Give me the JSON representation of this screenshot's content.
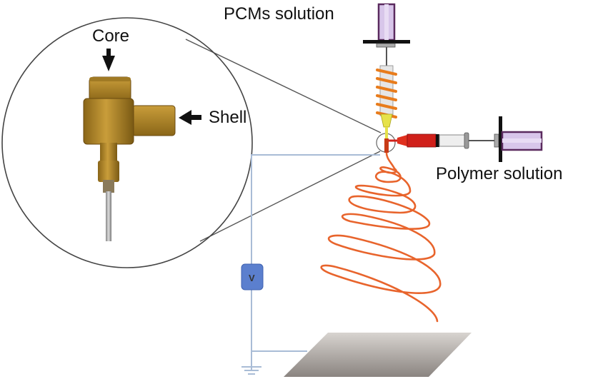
{
  "labels": {
    "core": "Core",
    "shell": "Shell",
    "pcm_solution": "PCMs solution",
    "polymer_solution": "Polymer solution",
    "voltage": "V"
  },
  "colors": {
    "brass": "#b58a2a",
    "brass_dark": "#7a5a14",
    "jet": "#e8642c",
    "wire": "#a9bcd6",
    "voltage_box": "#5b7fce",
    "syringe_purple": "#d8c6ea",
    "syringe_purple_dark": "#5a2a5e",
    "red_syringe": "#d0201a",
    "yellow_tip": "#e6e24a",
    "collector": "#9a9490"
  }
}
